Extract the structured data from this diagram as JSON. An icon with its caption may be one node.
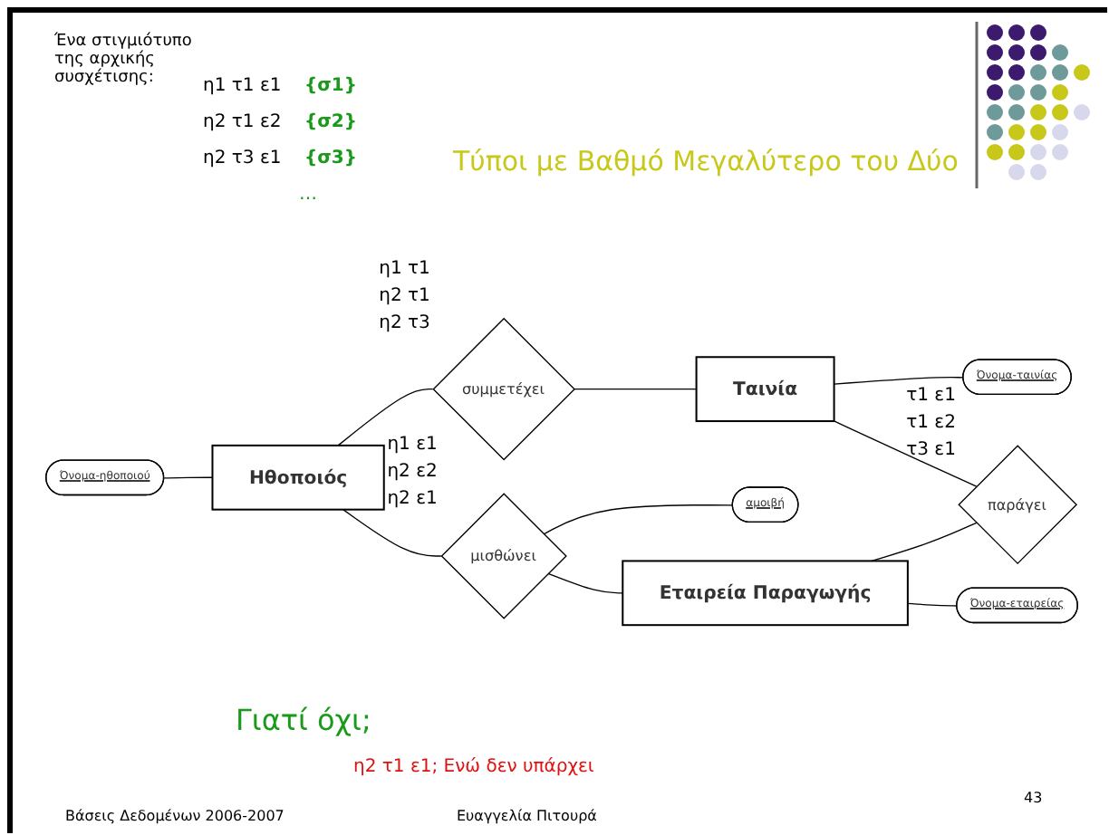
{
  "diagram": {
    "title": "Τύποι με Βαθμό Μεγαλύτερο του Δύο",
    "nodes": [
      {
        "text": [
          "Όνομα-ηθοποιού"
        ]
      },
      {
        "text": [
          "Ηθοποιός"
        ]
      },
      {
        "text": [
          "συμμετέχει"
        ],
        "beside": [
          "η1 τ1",
          "η2 τ1",
          "η2 τ3"
        ]
      },
      {
        "text": [
          "Ταινία"
        ]
      },
      {
        "text": [
          "Όνομα-ταινίας"
        ]
      },
      {
        "text": [
          "μισθώνει"
        ],
        "beside": [
          "η1 ε1",
          "η2 ε2",
          "η2 ε1"
        ]
      },
      {
        "text": [
          "αμοιβή"
        ]
      },
      {
        "text": [
          "Εταιρεία Παραγωγής"
        ]
      },
      {
        "text": [
          "παράγει"
        ],
        "beside": [
          "τ1 ε1",
          "τ1 ε2",
          "τ3 ε1"
        ]
      },
      {
        "text": [
          "Όνομα-εταιρείας"
        ]
      }
    ],
    "edges": [
      {
        "from": 0,
        "to": 1,
        "arrow": "none"
      },
      {
        "from": 1,
        "to": 2,
        "arrow": "none"
      },
      {
        "from": 2,
        "to": 3,
        "arrow": "none"
      },
      {
        "from": 3,
        "to": 4,
        "arrow": "none"
      },
      {
        "from": 1,
        "to": 5,
        "arrow": "none"
      },
      {
        "from": 5,
        "to": 6,
        "arrow": "none"
      },
      {
        "from": 5,
        "to": 7,
        "arrow": "none"
      },
      {
        "from": 7,
        "to": 8,
        "arrow": "none"
      },
      {
        "from": 3,
        "to": 8,
        "arrow": "none"
      },
      {
        "from": 7,
        "to": 9,
        "arrow": "none"
      }
    ],
    "labels": [
      "Ένα στιγμιότυπο της αρχικής συσχέτισης:",
      "η1 τ1 ε1",
      "{σ1}",
      "η2 τ1 ε2",
      "{σ2}",
      "η2 τ3 ε1",
      "{σ3}",
      "…",
      "Γιατί όχι;",
      "η2 τ1 ε1; Ενώ δεν υπάρχει",
      "43",
      "Βάσεις Δεδομένων 2006-2007",
      "Ευαγγελία Πιτουρά"
    ]
  }
}
